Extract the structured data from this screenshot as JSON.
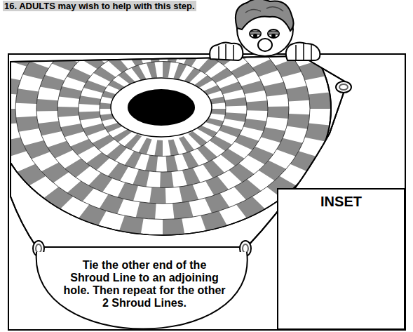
{
  "diagram": {
    "nodes": [
      {
        "text": [
          "Tie the other end of the Shroud Line to an adjoining hole. Then repeat for the other 2 Shroud Lines."
        ]
      },
      {
        "text": [
          "INSET"
        ]
      }
    ],
    "labels": [
      "16. ADULTS may wish to help with this step."
    ]
  }
}
